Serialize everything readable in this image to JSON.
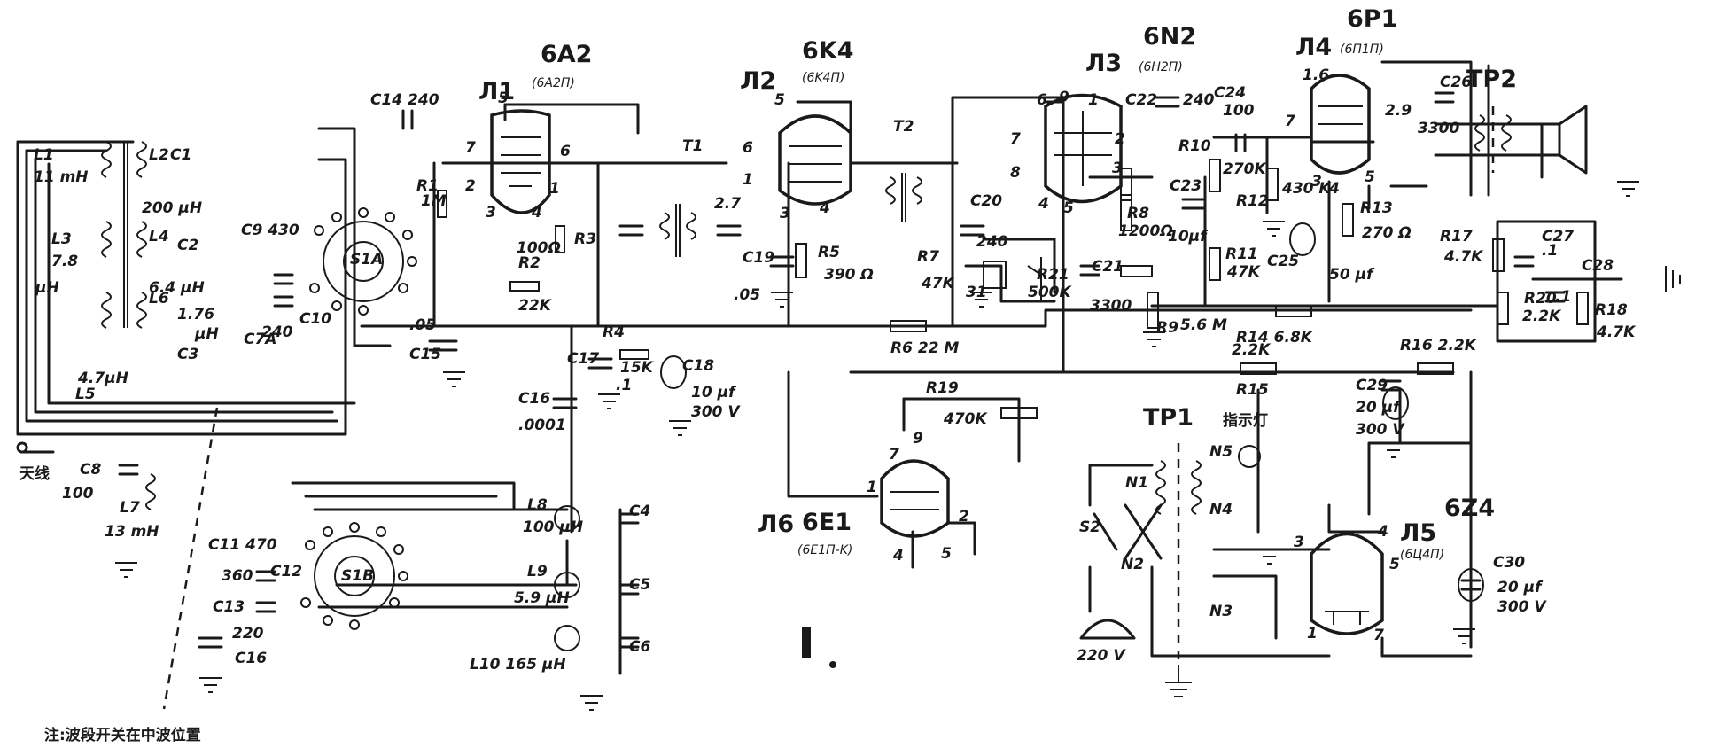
{
  "tubes": [
    {
      "ref": "Л1",
      "type": "6A2",
      "alt": "(6A2П)"
    },
    {
      "ref": "Л2",
      "type": "6K4",
      "alt": "(6K4П)"
    },
    {
      "ref": "Л3",
      "type": "6N2",
      "alt": "(6H2П)"
    },
    {
      "ref": "Л4",
      "type": "6P1",
      "alt": "(6П1П)"
    },
    {
      "ref": "Л5",
      "type": "6Z4",
      "alt": "(6Ц4П)"
    },
    {
      "ref": "Л6",
      "type": "6E1",
      "alt": "(6E1П-K)"
    }
  ],
  "tube_pins": {
    "l1": [
      "5",
      "7",
      "6",
      "2",
      "3",
      "4",
      "1"
    ],
    "l2": [
      "5",
      "6",
      "1",
      "3",
      "4"
    ],
    "l3": [
      "6",
      "9",
      "1",
      "2",
      "3",
      "7",
      "8",
      "4",
      "5"
    ],
    "l4": [
      "1.6",
      "7",
      "2.9",
      "3",
      "4",
      "5"
    ],
    "l5": [
      "3",
      "4",
      "5",
      "1",
      "7"
    ],
    "l6": [
      "7",
      "9",
      "1",
      "2",
      "4",
      "5"
    ]
  },
  "components": {
    "c14": "C14 240",
    "c1": "C1",
    "c2": "C2",
    "c9": "C9 430",
    "c10": "C10",
    "c10v": "240",
    "c7a": "C7A",
    "c3": "C3",
    "c15": "C15",
    "c15v": ".05",
    "r1": "R1",
    "r1v": "1M",
    "l1": "L1",
    "l1v": "11 mH",
    "l2": "L2",
    "l2v": "200 μH",
    "l3": "L3",
    "l3v": "7.8",
    "l3u": "μH",
    "l4": "L4",
    "l4v": "6.4 μH",
    "l6": "L6",
    "l6v": "1.76",
    "l6u": "μH",
    "l5": "L5",
    "l5v": "4.7μH",
    "s1a": "S1A",
    "r2": "R2",
    "r2v": "22K",
    "r3": "R3",
    "r3v": "100Ω",
    "t1": "T1",
    "t1v": "2.7",
    "c19": "C19",
    "c19v": ".05",
    "r5": "R5",
    "r5v": "390 Ω",
    "t2": "T2",
    "c20": "C20",
    "c20v": "240",
    "r7": "R7",
    "r7v": "47K",
    "c22": "C22",
    "c22v": "240",
    "c23": "C23",
    "c23v": "10μf",
    "r8": "R8",
    "r8v": "1200Ω",
    "c21": "C21",
    "c21v": "3300",
    "r21": "R21",
    "r21v": "500K",
    "jack": "31",
    "r9": "R9",
    "r9v": "5.6 M",
    "c24": "C24",
    "c24v": "100",
    "r10": "R10",
    "r10v": "270K",
    "r12": "R12",
    "r12v": "430 K",
    "r11": "R11",
    "r11v": "47K",
    "c25": "C25",
    "c25v": "50 μf",
    "r13": "R13",
    "r13v": "270 Ω",
    "c26": "C26",
    "c26v": "3300",
    "tp2": "TP2",
    "r17": "R17",
    "r17v": "4.7K",
    "c27": "C27",
    "c27v": ".1",
    "c28": "C28",
    "c28v": ".1",
    "r20": "R20",
    "r20v": "2.2K",
    "r18": "R18",
    "r18v": "4.7K",
    "r4": "R4",
    "r4v": "15K",
    "c17": "C17",
    "c17v": ".1",
    "c18": "C18",
    "c18v": "10 μf",
    "c18u": "300 V",
    "r6": "R6 22 M",
    "r14": "R14 6.8K",
    "r14b": "2.2K",
    "r15": "R15",
    "r16": "R16 2.2K",
    "c29": "C29",
    "c29v": "20 μf",
    "c29u": "300 V",
    "c16": "C16",
    "c16v": ".0001",
    "r19": "R19",
    "r19v": "470K",
    "tp1": "TP1",
    "lamp": "指示灯",
    "n5": "N5",
    "n1": "N1",
    "n2": "N2",
    "n3": "N3",
    "n4": "N4",
    "s2": "S2",
    "mains": "220 V",
    "c30": "C30",
    "c30v": "20 μf",
    "c30u": "300 V",
    "antenna": "天线",
    "c8": "C8",
    "c8v": "100",
    "l7": "L7",
    "l7v": "13 mH",
    "c11": "C11 470",
    "c12": "C12",
    "c12v": "360",
    "c13": "C13",
    "c13v": "220",
    "c16b": "C16",
    "s1b": "S1B",
    "l8": "L8",
    "l8v": "100 μH",
    "c4": "C4",
    "l9": "L9",
    "l9v": "5.9 μH",
    "c5": "C5",
    "l10": "L10 165 μH",
    "c6": "C6"
  },
  "note": "注:波段开关在中波位置"
}
